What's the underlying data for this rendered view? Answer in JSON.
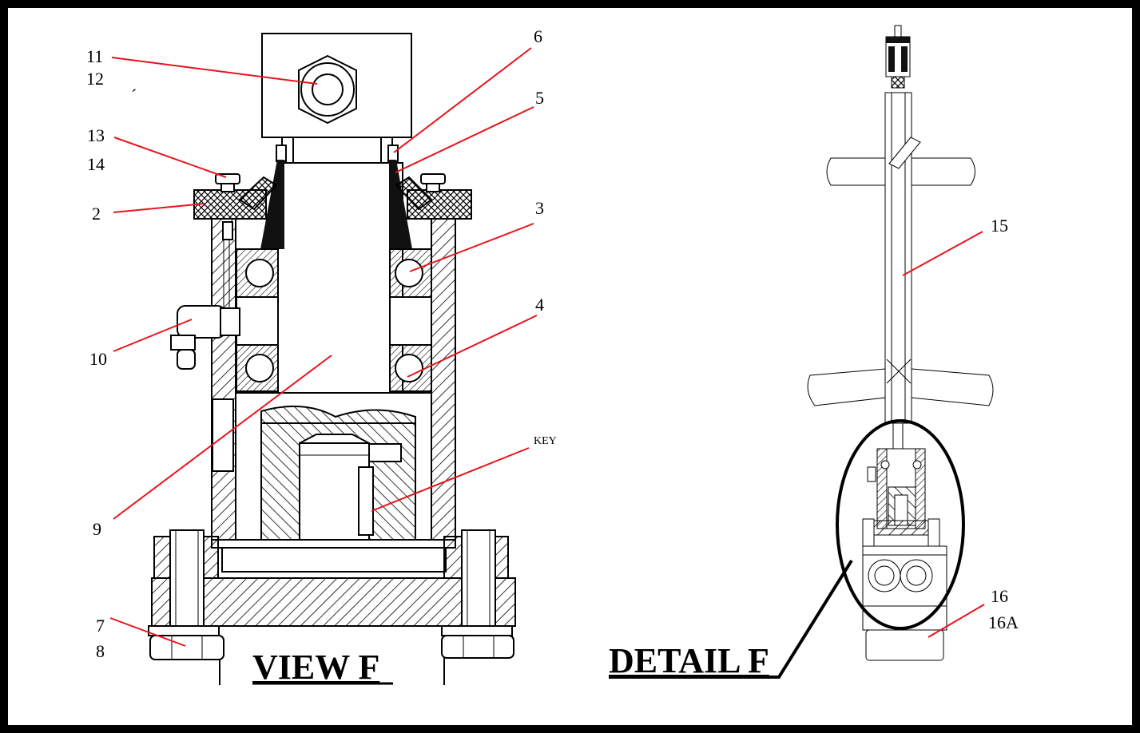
{
  "labels": {
    "n11": "11",
    "n12": "12",
    "n13": "13",
    "n14": "14",
    "n2": "2",
    "n10": "10",
    "n9": "9",
    "n7": "7",
    "n8": "8",
    "n6": "6",
    "n5": "5",
    "n3": "3",
    "n4": "4",
    "key": "KEY",
    "n15": "15",
    "n16": "16",
    "n16a": "16A",
    "tick": "ˊ"
  },
  "titles": {
    "view": "VIEW F",
    "detail": "DETAIL F"
  },
  "colors": {
    "leader": "#e8141c",
    "outline": "#000000",
    "background": "#ffffff"
  }
}
